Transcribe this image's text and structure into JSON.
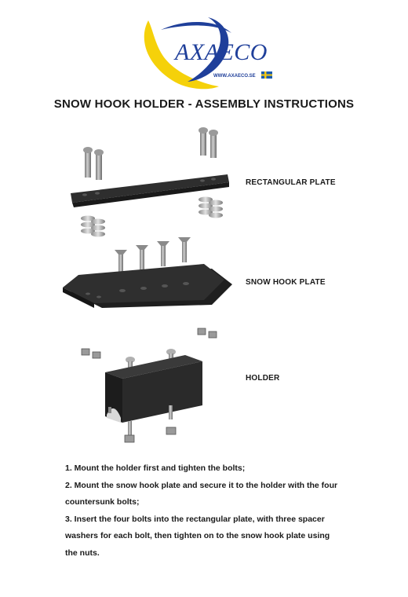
{
  "logo": {
    "brand": "AXAECO",
    "url": "WWW.AXAECO.SE",
    "colors": {
      "yellow": "#f5d10a",
      "blue": "#1f3f9a",
      "swe_blue": "#1a5cb0",
      "swe_yellow": "#f3c812"
    }
  },
  "title": "SNOW HOOK HOLDER - ASSEMBLY INSTRUCTIONS",
  "labels": {
    "rect_plate": "RECTANGULAR PLATE",
    "hook_plate": "SNOW HOOK PLATE",
    "holder": "HOLDER"
  },
  "steps": [
    "1. Mount the holder first and tighten the bolts;",
    "2. Mount the snow hook plate and secure it to the holder with the four",
    "countersunk bolts;",
    "3. Insert the four bolts into the rectangular plate, with three spacer",
    "washers for each bolt, then tighten on to the snow hook plate using",
    "the nuts."
  ]
}
